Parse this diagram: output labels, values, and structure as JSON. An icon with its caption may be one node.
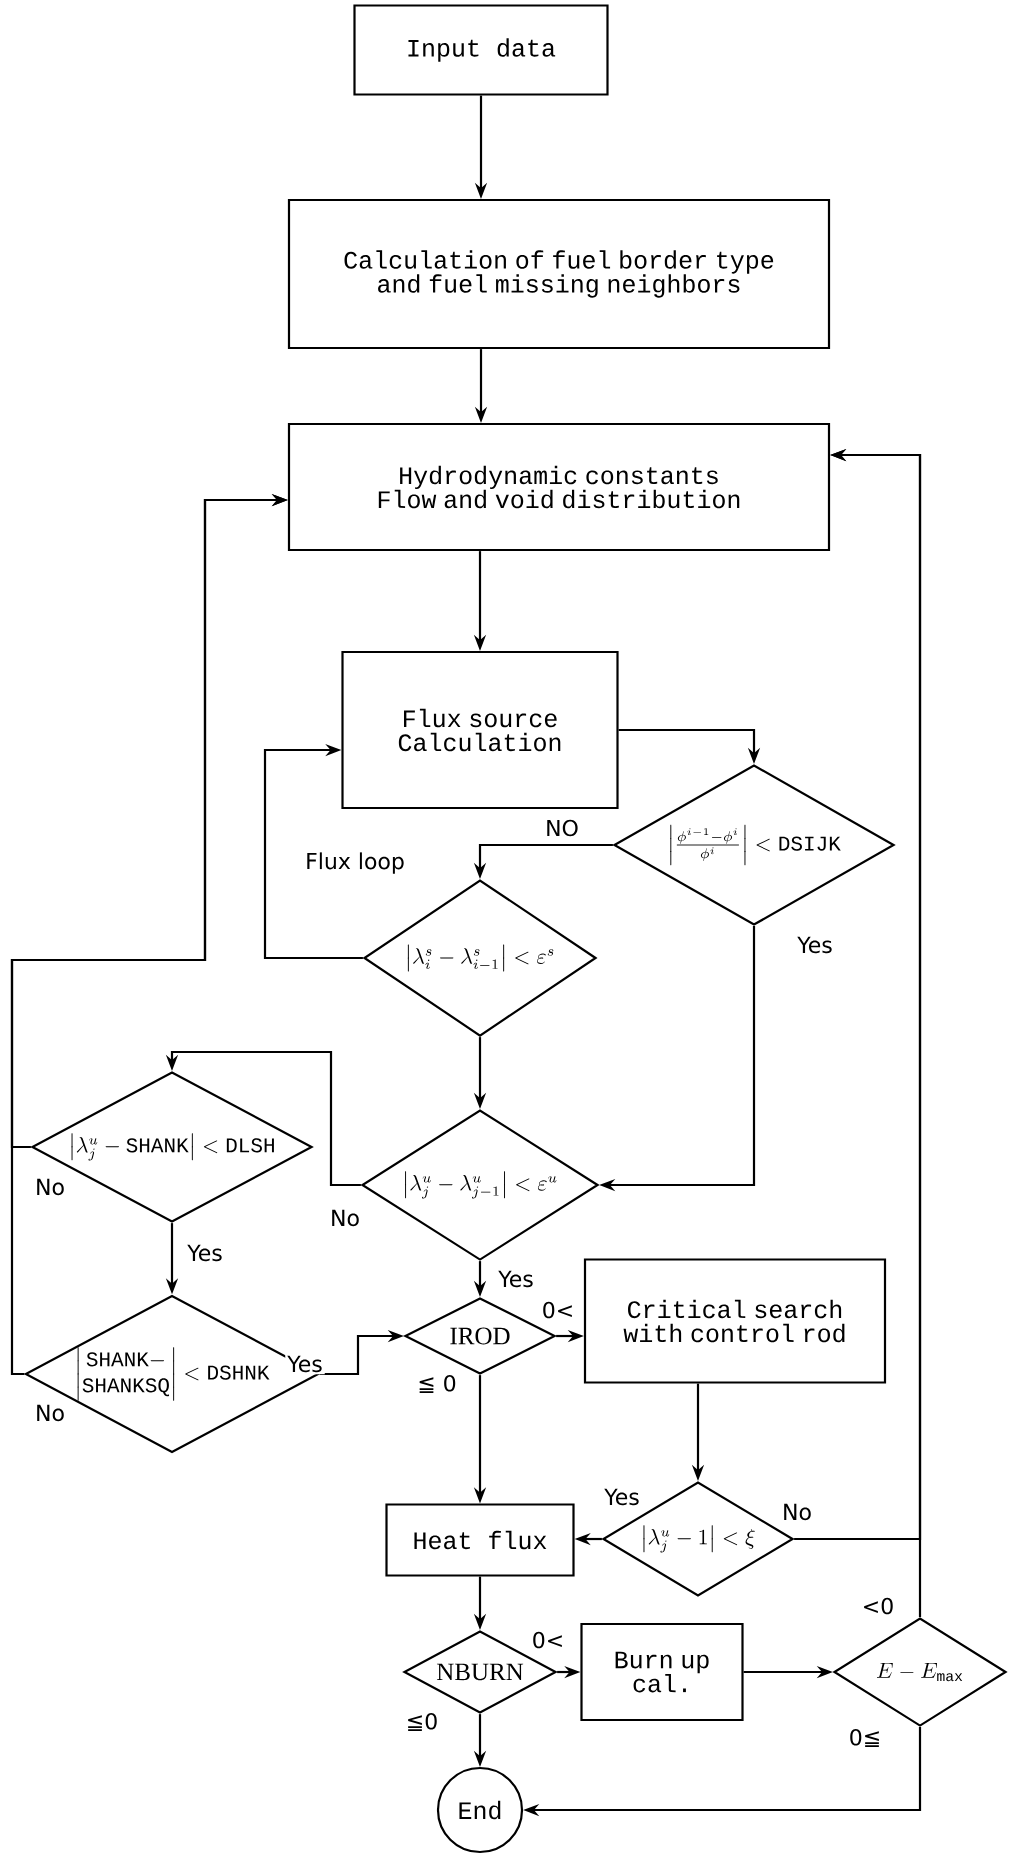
{
  "diagram": {
    "nodes": [
      {
        "text": [
          "Input data"
        ]
      },
      {
        "text": [
          "Calculation of fuel border type and fuel missing neighbors"
        ]
      },
      {
        "text": [
          "Hydrodynamic constants",
          "Flow and void distribution"
        ]
      },
      {
        "text": [
          "Flux source Calculation"
        ]
      },
      {
        "text": [
          "\\left|\\frac{\\phi^{i-1}-\\phi^{i}}{\\phi^{i}}\\right|<\\mathrm{DSIJK}"
        ]
      },
      {
        "text": [
          "\\left|\\lambda^{s}_{i}-\\lambda^{s}_{i-1}\\right|<\\varepsilon^{s}"
        ]
      },
      {
        "text": [
          "\\left|\\lambda^{u}_{j}-\\lambda^{u}_{j-1}\\right|<\\varepsilon^{u}"
        ]
      },
      {
        "text": [
          "\\left|\\lambda^{u}_{j}-\\mathrm{SHANK}\\right|<\\mathrm{DLSH}"
        ]
      },
      {
        "text": [
          "\\left|\\begin{matrix}\\mathrm{SHANK}-\\\\ \\mathrm{SHANKSQ}\\end{matrix}\\right|<\\mathrm{DSHNK}"
        ]
      },
      {
        "text": [
          "IROD"
        ]
      },
      {
        "text": [
          "Critical search with control rod"
        ]
      },
      {
        "text": [
          "\\left|\\lambda^{u}_{j}-1\\right|<\\xi"
        ]
      },
      {
        "text": [
          "Heat flux"
        ]
      },
      {
        "text": [
          "NBURN"
        ]
      },
      {
        "text": [
          "Burn up cal."
        ]
      },
      {
        "text": [
          "E-E_{\\mathrm{max}}"
        ]
      },
      {
        "text": [
          "End"
        ]
      }
    ],
    "edges": [
      {
        "from": 0,
        "to": 1,
        "arrow": "to"
      },
      {
        "from": 1,
        "to": 2,
        "arrow": "to"
      },
      {
        "from": 2,
        "to": 3,
        "arrow": "to"
      },
      {
        "from": 3,
        "to": 4,
        "arrow": "to"
      },
      {
        "from": 4,
        "to": 5,
        "arrow": "to",
        "label": "NO"
      },
      {
        "from": 5,
        "to": 3,
        "arrow": "to",
        "label": "Flux loop"
      },
      {
        "from": 4,
        "to": 6,
        "arrow": "to",
        "label": "Yes"
      },
      {
        "from": 5,
        "to": 6,
        "arrow": "to"
      },
      {
        "from": 6,
        "to": 7,
        "arrow": "to",
        "label": "No"
      },
      {
        "from": 7,
        "to": 2,
        "arrow": "to",
        "label": "No"
      },
      {
        "from": 7,
        "to": 8,
        "arrow": "to",
        "label": "Yes"
      },
      {
        "from": 8,
        "to": 2,
        "arrow": "to",
        "label": "No"
      },
      {
        "from": 8,
        "to": 9,
        "arrow": "to",
        "label": "Yes"
      },
      {
        "from": 6,
        "to": 9,
        "arrow": "to",
        "label": "Yes"
      },
      {
        "from": 9,
        "to": 10,
        "arrow": "to",
        "label": "0<"
      },
      {
        "from": 9,
        "to": 12,
        "arrow": "to",
        "label": "≦ 0"
      },
      {
        "from": 10,
        "to": 11,
        "arrow": "to"
      },
      {
        "from": 11,
        "to": 12,
        "arrow": "to",
        "label": "Yes"
      },
      {
        "from": 11,
        "to": 2,
        "arrow": "to",
        "label": "No"
      },
      {
        "from": 12,
        "to": 13,
        "arrow": "to"
      },
      {
        "from": 13,
        "to": 14,
        "arrow": "to",
        "label": "0<"
      },
      {
        "from": 13,
        "to": 16,
        "arrow": "to",
        "label": "≦0"
      },
      {
        "from": 14,
        "to": 15,
        "arrow": "to"
      },
      {
        "from": 15,
        "to": 2,
        "arrow": "to",
        "label": "<0"
      },
      {
        "from": 15,
        "to": 16,
        "arrow": "to",
        "label": "0≦"
      }
    ]
  }
}
